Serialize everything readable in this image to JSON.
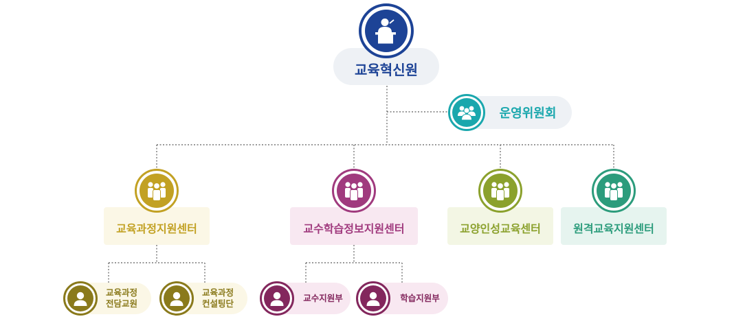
{
  "colors": {
    "navy": "#1d4396",
    "teal": "#1aa7ad",
    "gold": "#c2a123",
    "purple": "#a03a7e",
    "olive": "#8ba12d",
    "green": "#2c9c7c",
    "dark_gold": "#8a7a1c",
    "dark_purple": "#83275d",
    "line": "#777777"
  },
  "root": {
    "label": "교육혁신원",
    "icon": "podium-speaker-icon"
  },
  "committee": {
    "label": "운영위원회",
    "icon": "group-people-icon"
  },
  "centers": [
    {
      "label": "교육과정지원센터",
      "icon": "group-people-icon"
    },
    {
      "label": "교수학습정보지원센터",
      "icon": "group-people-icon"
    },
    {
      "label": "교양인성교육센터",
      "icon": "group-people-icon"
    },
    {
      "label": "원격교육지원센터",
      "icon": "group-people-icon"
    }
  ],
  "sub_units": [
    {
      "line1": "교육과정",
      "line2": "전담교원",
      "icon": "person-icon"
    },
    {
      "line1": "교육과정",
      "line2": "컨설팅단",
      "icon": "person-icon"
    },
    {
      "line1": "교수지원부",
      "line2": "",
      "icon": "person-icon"
    },
    {
      "line1": "학습지원부",
      "line2": "",
      "icon": "person-icon"
    }
  ]
}
